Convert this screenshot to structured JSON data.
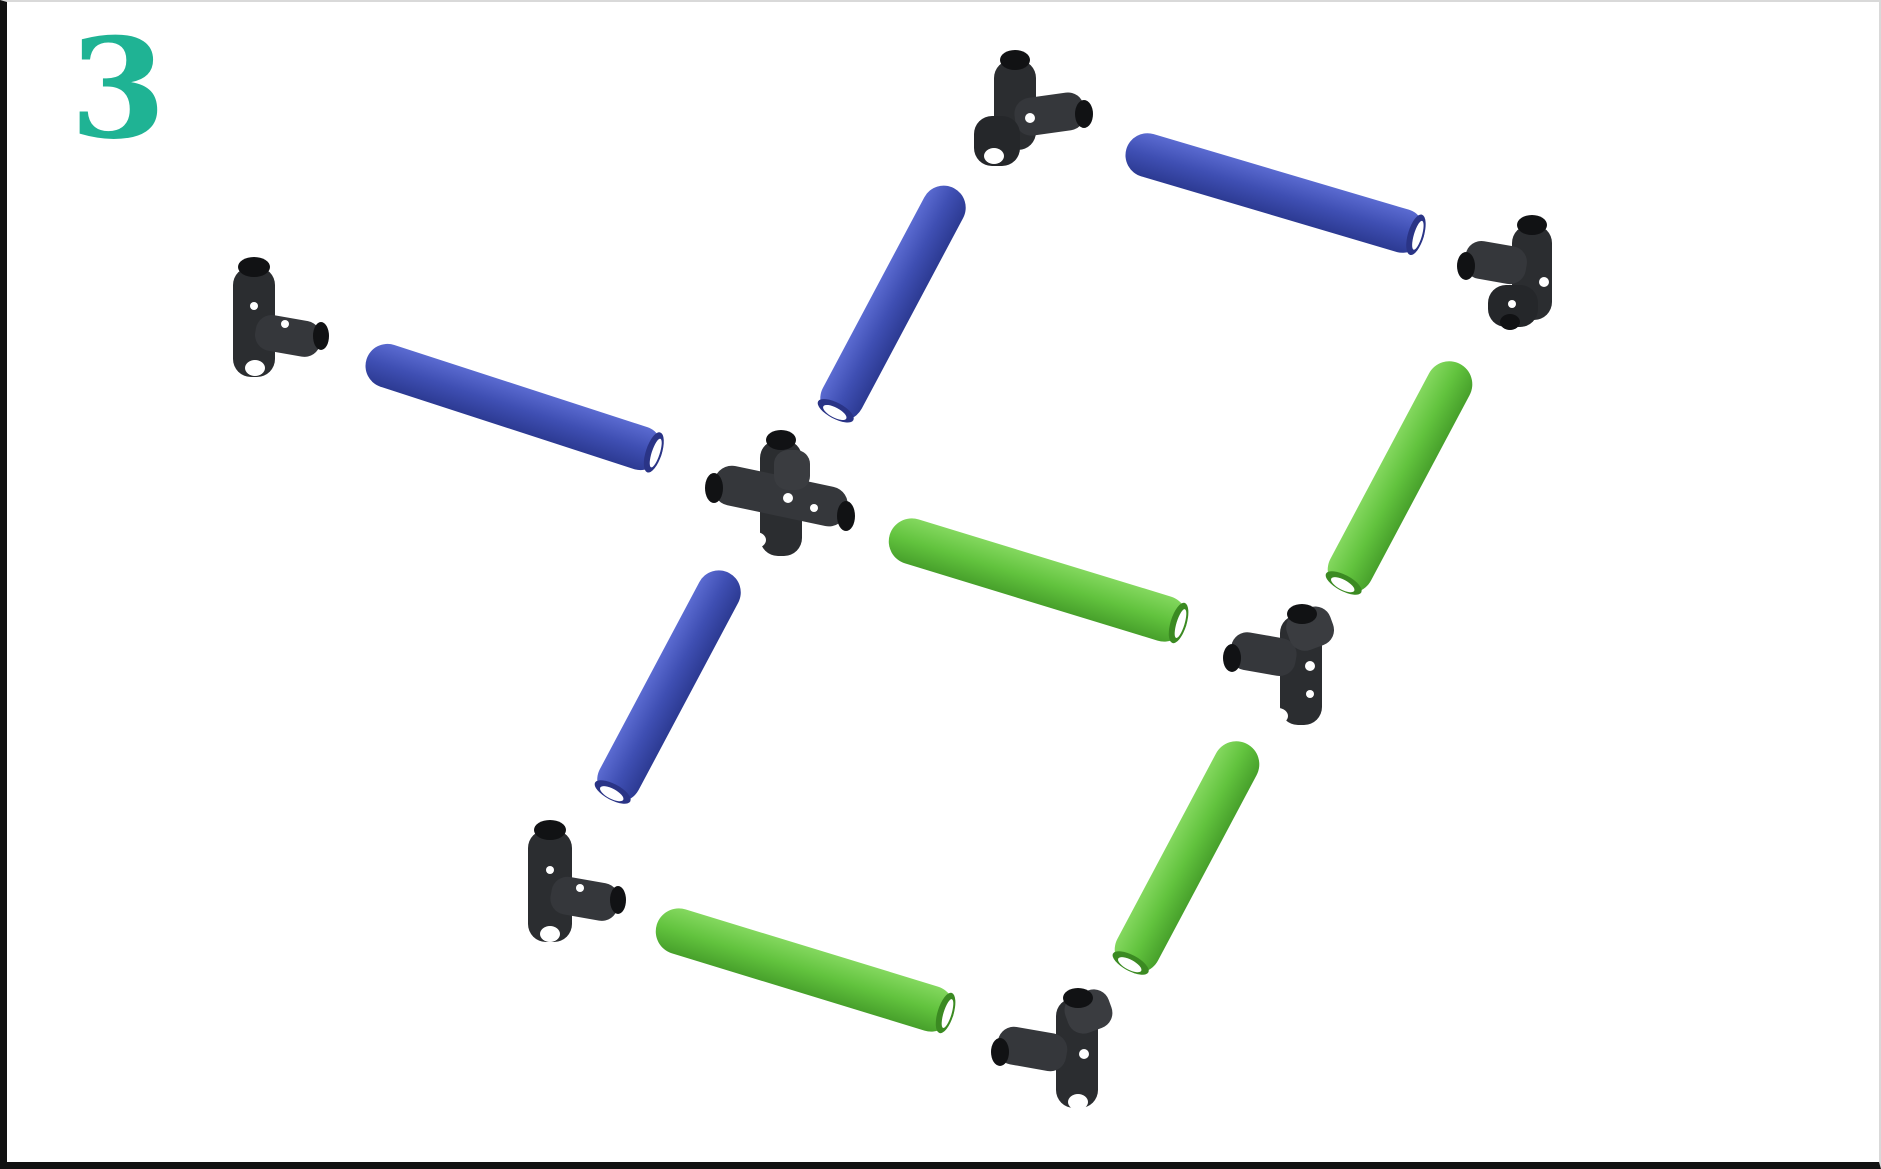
{
  "step": {
    "number": "3",
    "color": "#1fb394"
  },
  "colors": {
    "blue_tube": "#3f4fb3",
    "green_tube": "#62c33e",
    "connector": "#2b2d30",
    "frame": "#111111"
  },
  "parts": {
    "connectors": [
      {
        "name": "connector-top",
        "kind": "corner"
      },
      {
        "name": "connector-top-right",
        "kind": "corner"
      },
      {
        "name": "connector-left",
        "kind": "tee"
      },
      {
        "name": "connector-center",
        "kind": "cross"
      },
      {
        "name": "connector-mid-right",
        "kind": "tee-3way"
      },
      {
        "name": "connector-bottom-left",
        "kind": "tee"
      },
      {
        "name": "connector-bottom",
        "kind": "corner"
      }
    ],
    "tubes": [
      {
        "name": "tube-blue-top-horizontal",
        "color": "blue"
      },
      {
        "name": "tube-blue-top-vertical",
        "color": "blue"
      },
      {
        "name": "tube-blue-left-horizontal",
        "color": "blue"
      },
      {
        "name": "tube-blue-center-vertical",
        "color": "blue"
      },
      {
        "name": "tube-green-right-vertical",
        "color": "green"
      },
      {
        "name": "tube-green-center-horizontal",
        "color": "green"
      },
      {
        "name": "tube-green-lower-right-vertical",
        "color": "green"
      },
      {
        "name": "tube-green-bottom-horizontal",
        "color": "green"
      }
    ]
  }
}
